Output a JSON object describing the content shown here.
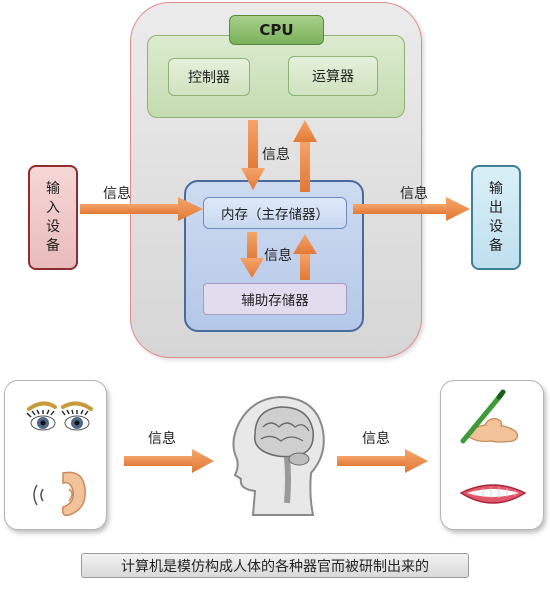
{
  "diagram": {
    "cpu": {
      "label": "CPU",
      "controller": "控制器",
      "alu": "运算器"
    },
    "main_memory": "内存（主存储器）",
    "aux_memory": "辅助存储器",
    "input_device": "输入设备",
    "output_device": "输出设备",
    "flow_labels": {
      "input_to_memory": "信息",
      "memory_cpu": "信息",
      "memory_aux": "信息",
      "memory_to_output": "信息"
    },
    "colors": {
      "arrow": "#ef8b4a",
      "cpu_green": "#7bb15a",
      "memory_blue": "#4a6b9e",
      "input_red": "#8c2e2e",
      "output_teal": "#3f7f94",
      "computer_border": "#e08a8a"
    }
  },
  "analogy": {
    "sense_icons": [
      "eyes-icon",
      "ear-icon"
    ],
    "brain_icon": "human-head-brain-icon",
    "action_icons": [
      "hand-writing-icon",
      "mouth-icon"
    ],
    "labels": {
      "sense_to_brain": "信息",
      "brain_to_action": "信息"
    }
  },
  "caption": "计算机是模仿构成人体的各种器官而被研制出来的"
}
